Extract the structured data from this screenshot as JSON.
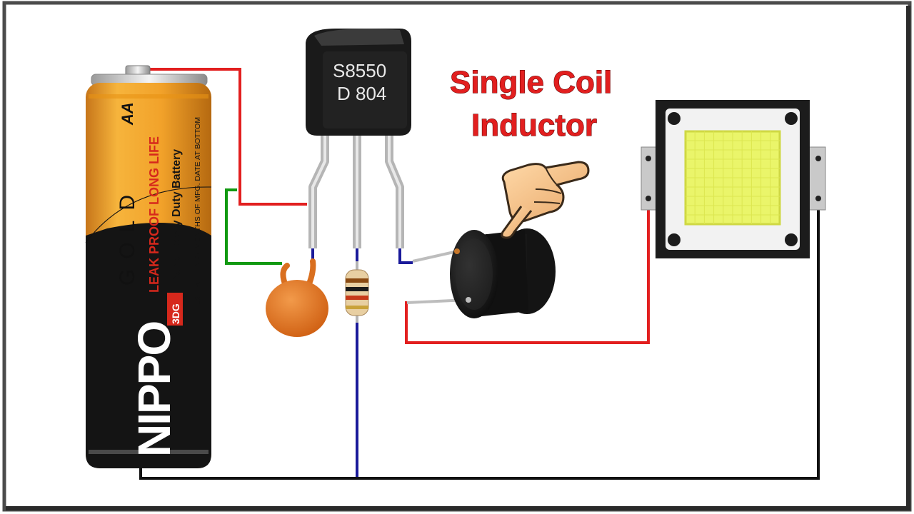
{
  "title": {
    "line1": "Single Coil",
    "line2": "Inductor"
  },
  "transistor": {
    "line1": "S8550",
    "line2": "D 804"
  },
  "battery": {
    "brand": "NIPPO",
    "grade": "GOLD",
    "size": "AA",
    "line1": "LEAK PROOF LONG LIFE",
    "line2": "Extra Heavy Duty Battery",
    "line3": "USE WITHIN 24 MONTHS OF MFG. DATE AT BOTTOM",
    "code": "3DG"
  },
  "colors": {
    "wire_positive": "#e21f1f",
    "wire_base": "#119911",
    "wire_blue": "#1a1a9a",
    "wire_ground": "#111111",
    "battery_orange": "#f2a22a",
    "title_red": "#e21f1f"
  },
  "icons": [
    "pointing-hand-icon"
  ]
}
